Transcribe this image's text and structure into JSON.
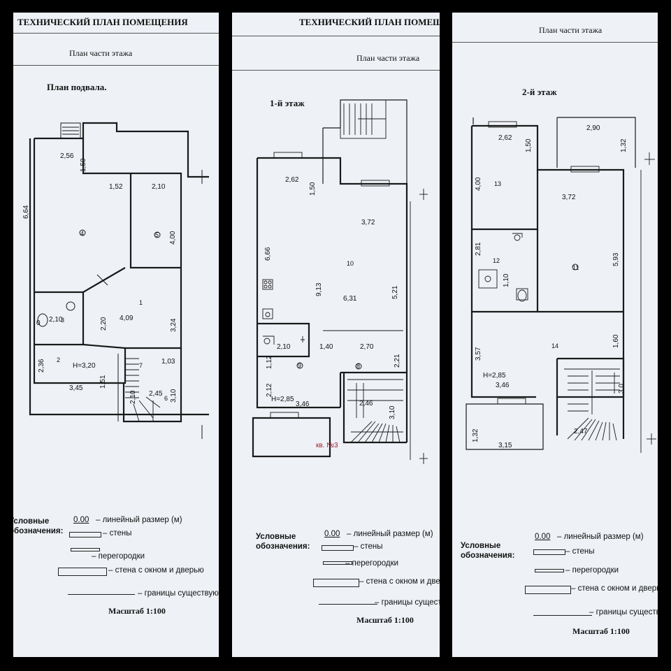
{
  "panels": [
    {
      "header": "ТЕХНИЧЕСКИЙ ПЛАН ПОМЕЩЕНИЯ",
      "subheader": "План части этажа",
      "title": "План подвала.",
      "labels": {
        "d256": "2,56",
        "d150": "1,50",
        "d152": "1,52",
        "d210a": "2,10",
        "d664": "6,64",
        "d400": "4,00",
        "d220": "2,20",
        "d409": "4,09",
        "d324": "3,24",
        "d210b": "2,10",
        "d236": "2,36",
        "h320": "Н=3,20",
        "d345": "3,45",
        "d151": "1,51",
        "d103": "1,03",
        "d245": "2,45",
        "d310": "3,10",
        "d210c": "2,10",
        "d0": "0",
        "r1": "1",
        "r2": "2",
        "r3": "3",
        "r4": "4",
        "r5": "5",
        "r6": "6",
        "r7": "7"
      },
      "legend": {
        "title_l1": "Условные",
        "title_l2": "обозначения:",
        "size_sample": "0.00",
        "size_text": "– линейный размер (м)",
        "walls": "– стены",
        "partitions": "– перегородки",
        "wall_window": "– стена с окном и дверью",
        "bounds": "– границы существующего по",
        "scale": "Масштаб 1:100"
      }
    },
    {
      "header": "ТЕХНИЧЕСКИЙ ПЛАН ПОМЕЩ",
      "subheader": "План части этажа",
      "title": "1-й этаж",
      "labels": {
        "d262": "2,62",
        "d150": "1,50",
        "d372": "3,72",
        "d666": "6,66",
        "r10": "10",
        "d913": "9,13",
        "d631": "6,31",
        "d521": "5,21",
        "d210": "2,10",
        "d140": "1,40",
        "d270": "2,70",
        "r9": "9",
        "r8": "8",
        "d221": "2,21",
        "d112": "1,12",
        "d212": "2,12",
        "h285": "Н=2,85",
        "d346": "3,46",
        "d246": "2,46",
        "d310": "3,10",
        "kv": "кв. №3"
      },
      "legend": {
        "title_l1": "Условные",
        "title_l2": "обозначения:",
        "size_sample": "0.00",
        "size_text": "– линейный размер (м)",
        "walls": "– стены",
        "partitions": "– перегородки",
        "wall_window": "– стена с окном и дверью",
        "bounds": "– границы существ",
        "scale": "Масштаб 1:100"
      }
    },
    {
      "header": "",
      "subheader": "План части этажа",
      "title": "2-й этаж",
      "labels": {
        "d262": "2,62",
        "d150": "1,50",
        "d290": "2,90",
        "d132a": "1,32",
        "d400": "4,00",
        "r13": "13",
        "d372": "3,72",
        "d281": "2,81",
        "r12": "12",
        "d110": "1,10",
        "r11": "11",
        "d593": "5,93",
        "d357": "3,57",
        "r14": "14",
        "d160": "1,60",
        "h285": "Н=2,85",
        "d346": "3,46",
        "d30": "3,0",
        "d247": "2,47",
        "d132b": "1,32",
        "d315": "3,15"
      },
      "legend": {
        "title_l1": "Условные",
        "title_l2": "обозначения:",
        "size_sample": "0.00",
        "size_text": "– линейный размер (м)",
        "walls": "– стены",
        "partitions": "– перегородки",
        "wall_window": "– стена с окном и дверью",
        "bounds": "– границы существ",
        "scale": "Масштаб 1:100"
      }
    }
  ]
}
